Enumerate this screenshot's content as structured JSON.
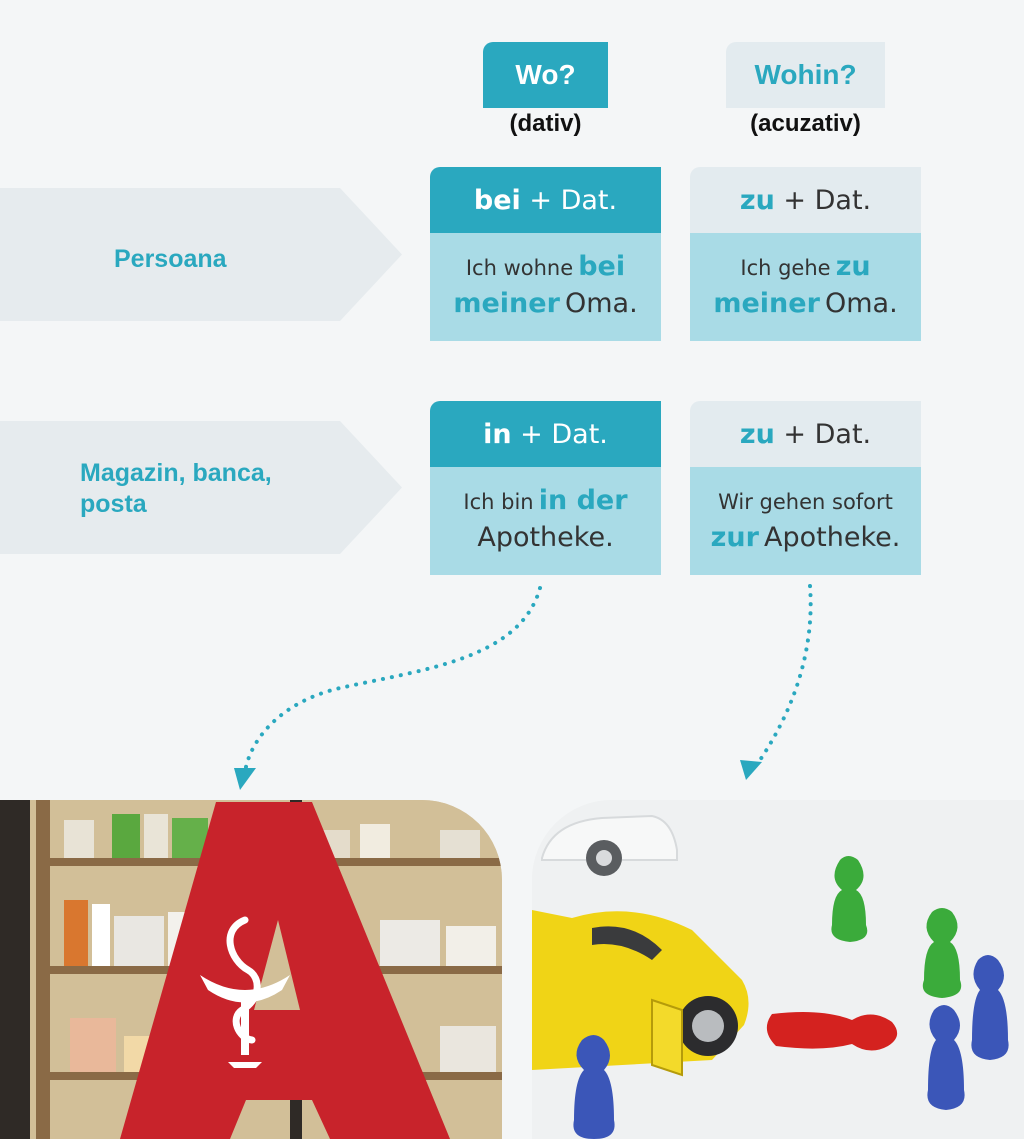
{
  "columns": {
    "wo": {
      "label": "Wo?",
      "case": "(dativ)"
    },
    "wohin": {
      "label": "Wohin?",
      "case": "(acuzativ)"
    }
  },
  "rows": [
    {
      "label": "Persoana"
    },
    {
      "label_line1": "Magazin, banca,",
      "label_line2": "posta"
    }
  ],
  "cards": {
    "person_wo": {
      "prep": "bei",
      "rule": "+ Dat.",
      "line1_pre": "Ich wohne",
      "line1_hl": "bei",
      "line2_hl": "meiner",
      "line2_post": "Oma."
    },
    "person_wohin": {
      "prep": "zu",
      "rule": "+ Dat.",
      "line1_pre": "Ich gehe",
      "line1_hl": "zu",
      "line2_hl": "meiner",
      "line2_post": "Oma."
    },
    "place_wo": {
      "prep": "in",
      "rule": "+ Dat.",
      "line1_pre": "Ich bin",
      "line1_hl": "in der",
      "line2_post": "Apotheke."
    },
    "place_wohin": {
      "prep": "zu",
      "rule": "+ Dat.",
      "line1_pre": "Wir gehen sofort",
      "line2_hl": "zur",
      "line2_post": "Apotheke."
    }
  },
  "colors": {
    "accent": "#2aa8bf",
    "card_body": "#a9dbe6",
    "light_head": "#e3ebef",
    "pharmacy_red": "#c8232b"
  },
  "images": [
    {
      "name": "pharmacy-photo",
      "depicts": "pharmacy-sign-shelves"
    },
    {
      "name": "board-game-photo",
      "depicts": "toy-car-game-pieces"
    }
  ]
}
